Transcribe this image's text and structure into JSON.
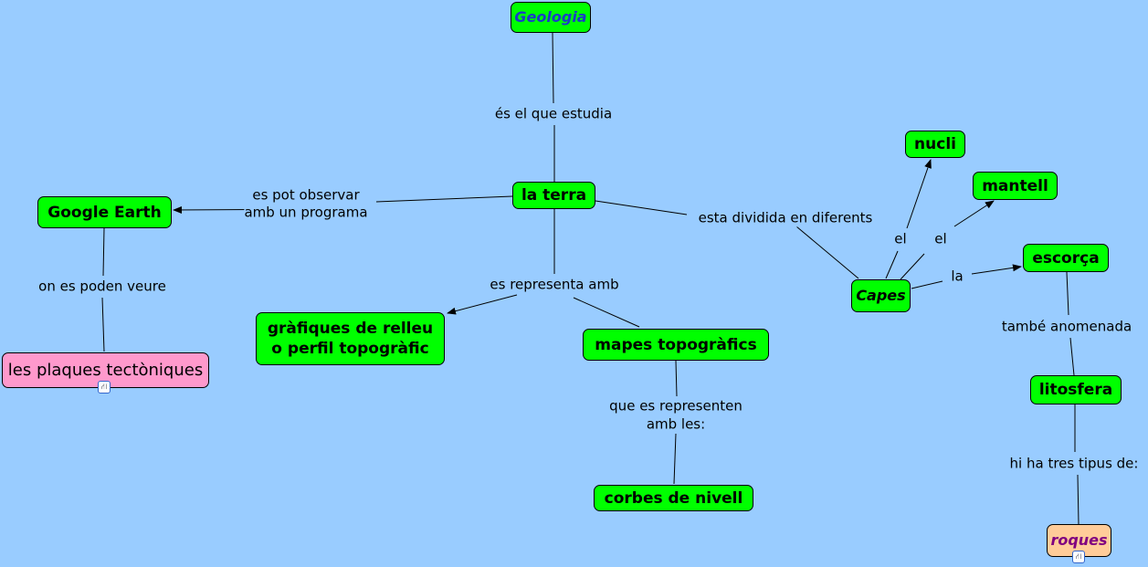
{
  "concepts": {
    "geologia": "Geologia",
    "la_terra": "la terra",
    "google_earth": "Google Earth",
    "plaques": "les plaques tectòniques",
    "grafiques": "gràfiques de relleu o perfil topogràfic",
    "mapes": "mapes topogràfics",
    "corbes": "corbes de nivell",
    "capes": "Capes",
    "nucli": "nucli",
    "mantell": "mantell",
    "escorca": "escorça",
    "litosfera": "litosfera",
    "roques": "roques"
  },
  "links": {
    "estudia": "és el que estudia",
    "observar_1": "es pot observar",
    "observar_2": "amb un programa",
    "veure": "on es poden veure",
    "representa": "es representa amb",
    "representen_1": "que es representen",
    "representen_2": "amb les:",
    "dividida": "esta dividida en diferents",
    "el1": "el",
    "el2": "el",
    "la": "la",
    "anomenada": "també anomenada",
    "tipus": "hi ha tres tipus de:"
  },
  "colors": {
    "background": "#99ccff",
    "concept": "#00ff00",
    "plaques": "#ff99cc",
    "roques": "#ffcc99",
    "geologia_text": "#1a3cc8",
    "roques_text": "#800080"
  }
}
